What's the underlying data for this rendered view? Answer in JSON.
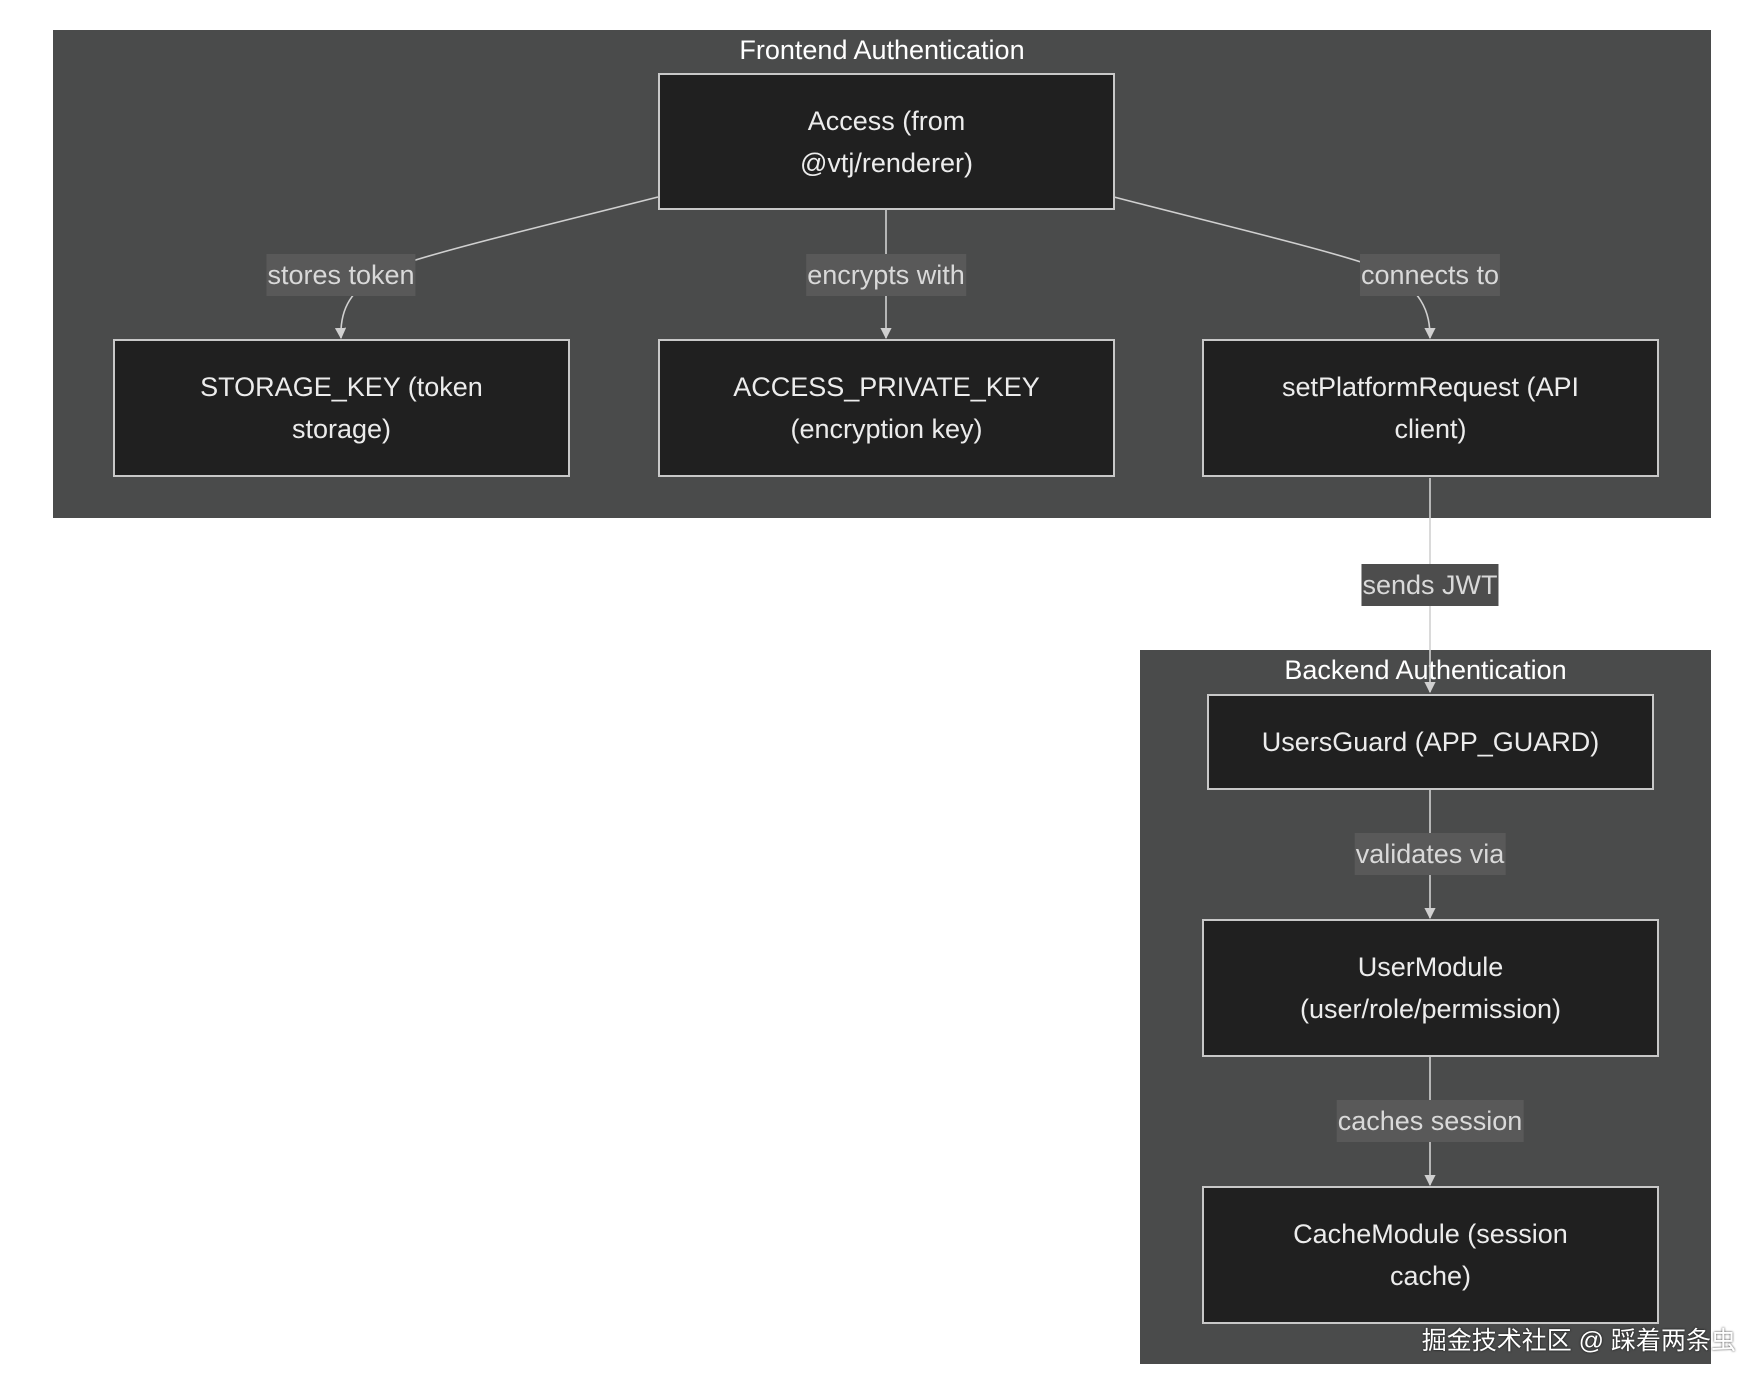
{
  "clusters": {
    "frontend": {
      "title": "Frontend Authentication"
    },
    "backend": {
      "title": "Backend Authentication"
    }
  },
  "nodes": {
    "access": {
      "line1": "Access (from",
      "line2": "@vtj/renderer)"
    },
    "storage_key": {
      "line1": "STORAGE_KEY (token",
      "line2": "storage)"
    },
    "access_private_key": {
      "line1": "ACCESS_PRIVATE_KEY",
      "line2": "(encryption key)"
    },
    "set_platform_request": {
      "line1": "setPlatformRequest (API",
      "line2": "client)"
    },
    "users_guard": {
      "line1": "UsersGuard (APP_GUARD)"
    },
    "user_module": {
      "line1": "UserModule",
      "line2": "(user/role/permission)"
    },
    "cache_module": {
      "line1": "CacheModule (session",
      "line2": "cache)"
    }
  },
  "edges": {
    "stores_token": "stores token",
    "encrypts_with": "encrypts with",
    "connects_to": "connects to",
    "sends_jwt": "sends JWT",
    "validates_via": "validates via",
    "caches_session": "caches session"
  },
  "watermark": "掘金技术社区 @ 踩着两条虫",
  "colors": {
    "cluster_bg": "#4a4b4b",
    "node_bg": "#202020",
    "node_border": "#c8c8c8",
    "edge": "#d0d0d0"
  }
}
